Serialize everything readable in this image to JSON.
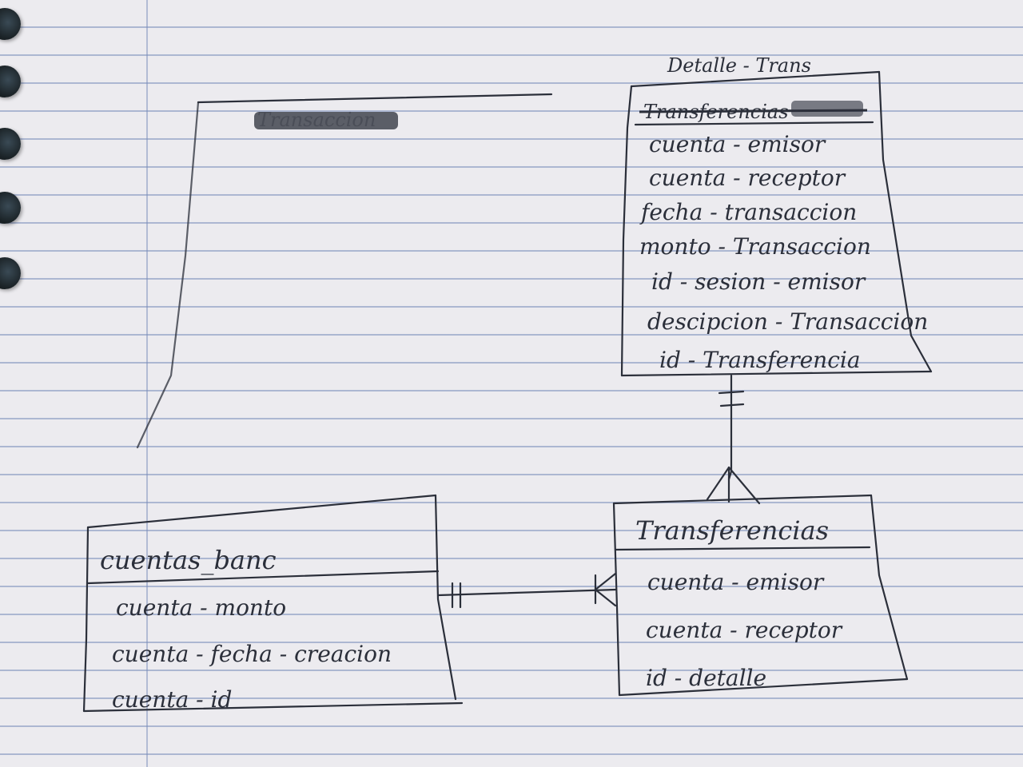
{
  "entities": {
    "detalle_trans": {
      "title": "Detalle - Trans",
      "struck_header": "Transferencias",
      "attributes": [
        "cuenta - emisor",
        "cuenta - receptor",
        "fecha - transaccion",
        "monto - Transaccion",
        "id - sesion - emisor",
        "descipcion - Transaccion",
        "id - Transferencia"
      ]
    },
    "cuentas_banc": {
      "title": "cuentas_banc",
      "attributes": [
        "cuenta - monto",
        "cuenta - fecha - creacion",
        "cuenta - id"
      ]
    },
    "transferencias": {
      "title": "Transferencias",
      "attributes": [
        "cuenta - emisor",
        "cuenta - receptor",
        "id - detalle"
      ]
    }
  },
  "scribbled_header": "Transaccion",
  "ink_color": "#2b2f3a",
  "paper_color": "#ecebef",
  "rule_color": "#788cb9"
}
